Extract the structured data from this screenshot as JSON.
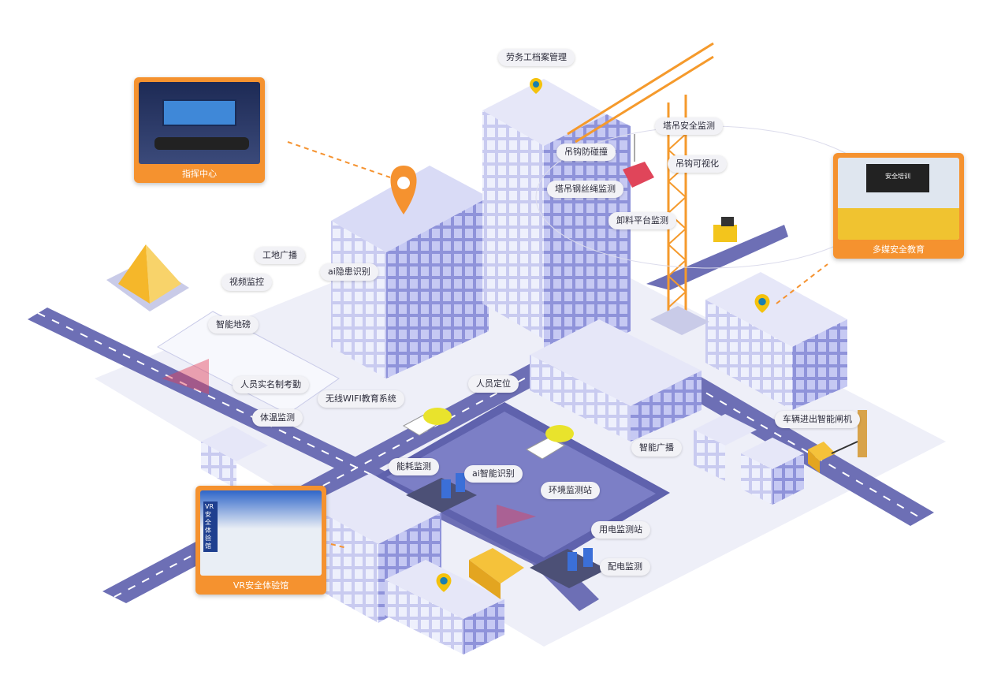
{
  "labels": {
    "labor_archive": "劳务工档案管理",
    "crane_safety": "塔吊安全监测",
    "hook_anticollision": "吊钩防碰撞",
    "hook_visual": "吊钩可视化",
    "crane_wire": "塔吊钢丝绳监测",
    "unload_platform": "卸料平台监测",
    "site_broadcast": "工地广播",
    "video_monitor": "视频监控",
    "ai_hazard": "ai隐患识别",
    "smart_scale": "智能地磅",
    "realname_attendance": "人员实名制考勤",
    "wifi_education": "无线WIFI教育系统",
    "temperature": "体温监测",
    "personnel_location": "人员定位",
    "vehicle_gate": "车辆进出智能闸机",
    "smart_broadcast": "智能广播",
    "energy_monitor": "能耗监测",
    "ai_recognition": "ai智能识别",
    "environment_station": "环境监测站",
    "power_station": "用电监测站",
    "distribution": "配电监测"
  },
  "cards": {
    "command_center": "指挥中心",
    "multimedia_education": "多媒安全教育",
    "vr_experience": "VR安全体验馆",
    "screen_text_safety": "安全培训",
    "vr_sign": "VR安全体验馆"
  },
  "colors": {
    "accent": "#f5922f",
    "road": "#6d6fb5",
    "building": "#9a9ee0",
    "building_light": "#e4e5f7",
    "crane": "#f59a2c",
    "pin": "#f4c20d"
  }
}
